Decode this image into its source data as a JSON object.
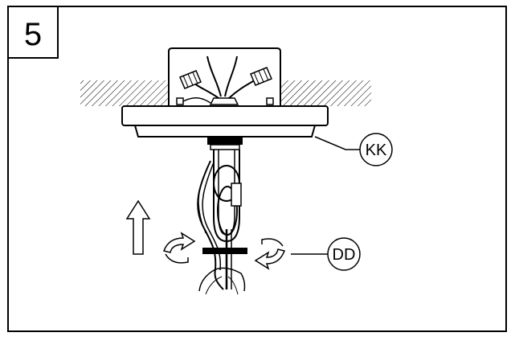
{
  "step": {
    "number": "5"
  },
  "callouts": {
    "canopy": {
      "label": "KK"
    },
    "coupling_nut": {
      "label": "DD"
    }
  },
  "icons": {
    "up_arrow": "arrow-up-icon",
    "rotate_left": "rotate-arrow-icon",
    "rotate_right": "rotate-arrow-icon"
  },
  "colors": {
    "line": "#000000",
    "background": "#ffffff"
  }
}
